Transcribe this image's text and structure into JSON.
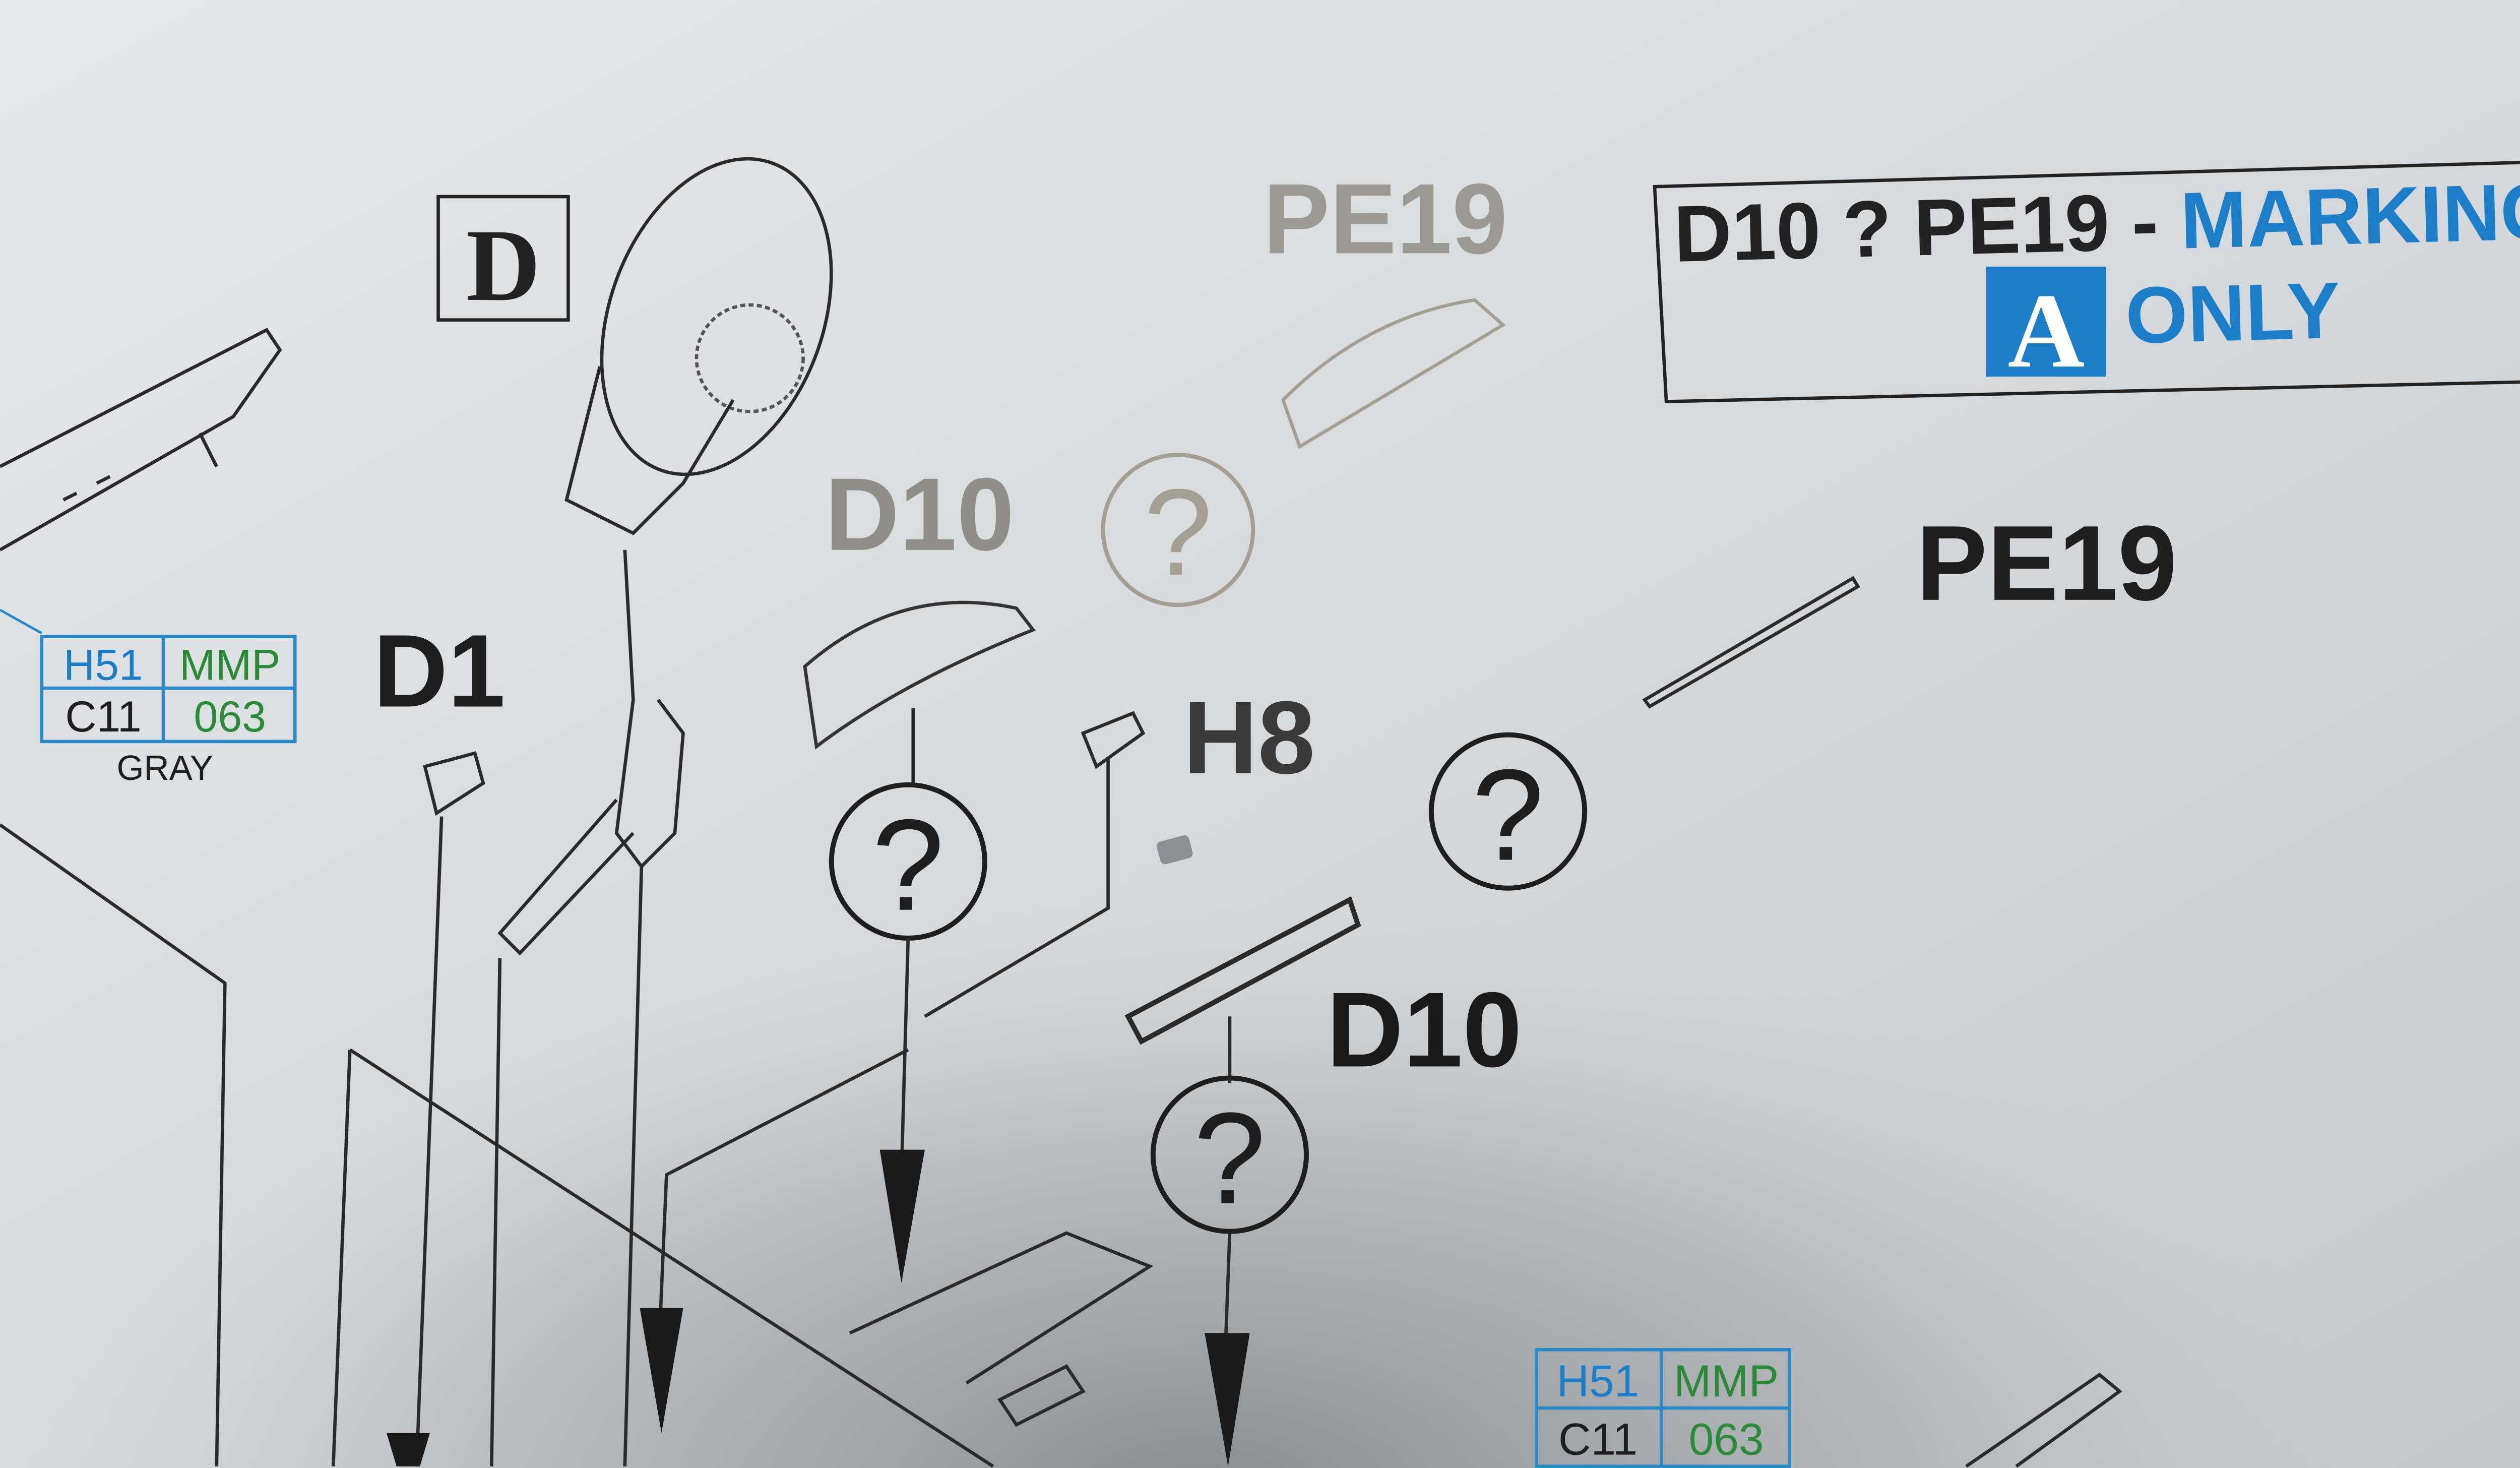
{
  "step_label": "D",
  "parts": {
    "d1": "D1",
    "d10_upper": "D10",
    "pe19_upper": "PE19",
    "pe19_right": "PE19",
    "h8": "H8",
    "d10_lower": "D10"
  },
  "question_mark": "?",
  "note_box": {
    "prefix": "D10 ? PE19 - ",
    "highlight": "MARKING",
    "badge": "A",
    "suffix": "ONLY"
  },
  "color_box_left": {
    "h": "H51",
    "mmp": "MMP",
    "c": "C11",
    "code": "063",
    "name": "GRAY"
  },
  "color_box_bottom": {
    "h": "H51",
    "mmp": "MMP",
    "c": "C11",
    "code": "063"
  },
  "colors": {
    "paper": "#dadde0",
    "ink": "#1e1e1e",
    "accent_blue": "#1a7fc8",
    "mmp_green": "#2a8a3a",
    "silver": "#9a9a92"
  }
}
